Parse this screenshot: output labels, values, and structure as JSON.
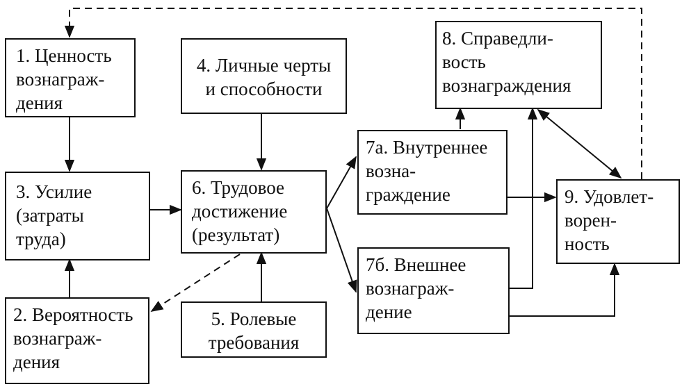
{
  "boxes": {
    "b1": {
      "text": "1. Ценность\nвознаграж-\nдения"
    },
    "b2": {
      "text": "2. Вероятность\nвознаграж-\nдения"
    },
    "b3": {
      "text": "3. Усилие\n(затраты\nтруда)"
    },
    "b4": {
      "text": "4. Личные черты\nи способности"
    },
    "b5": {
      "text": "5. Ролевые\nтребования"
    },
    "b6": {
      "text": "6. Трудовое\nдостижение\n(результат)"
    },
    "b7a": {
      "text": "7а. Внутреннее\nвозна-\nграждение"
    },
    "b7b": {
      "text": "7б. Внешнее\nвознаграж-\nдение"
    },
    "b8": {
      "text": "8. Справедли-\nвость\nвознаграждения"
    },
    "b9": {
      "text": "9. Удовлет-\nворен-\nность"
    }
  },
  "colors": {
    "line": "#111111",
    "background": "#ffffff"
  }
}
